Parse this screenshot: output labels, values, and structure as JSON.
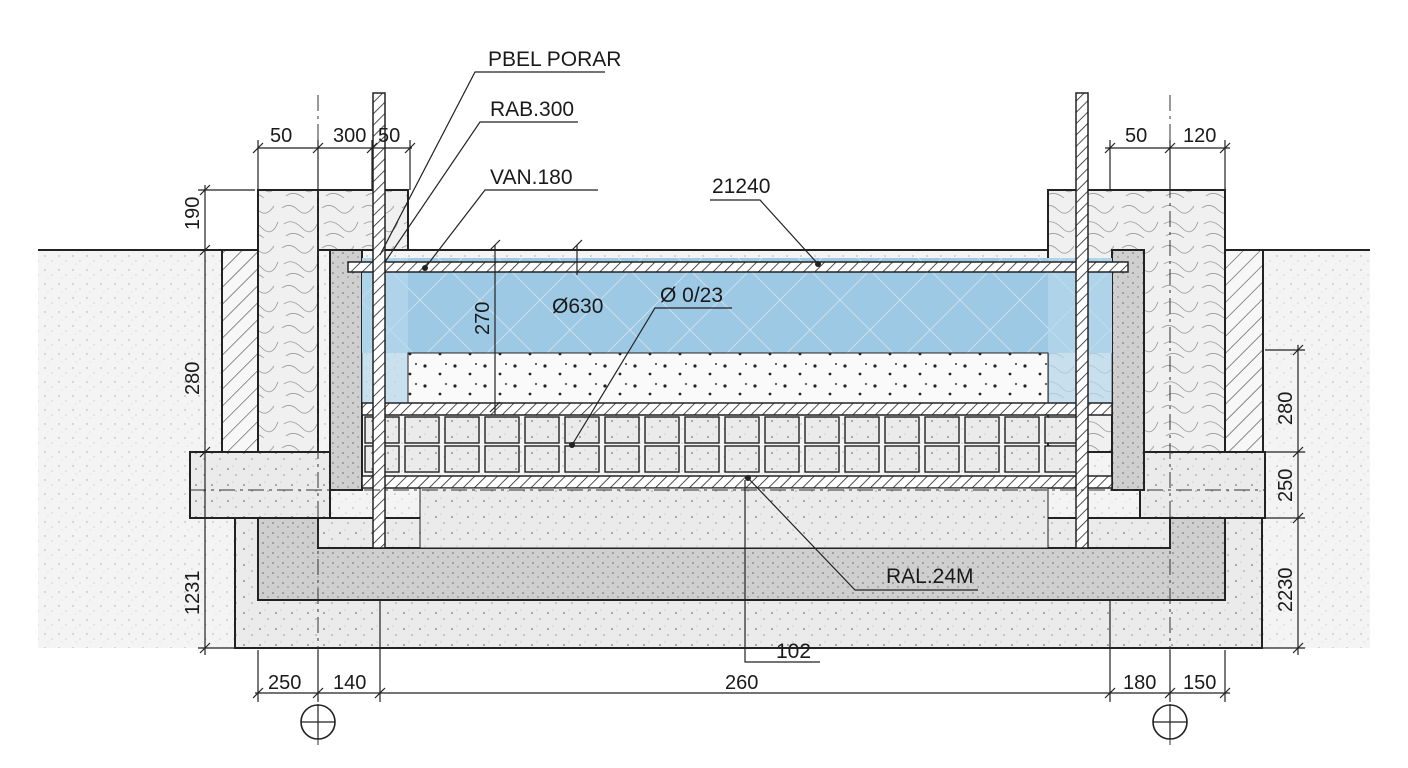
{
  "callouts": {
    "pbel_porar": "PBEL PORAR",
    "rab_300": "RAB.300",
    "van_180": "VAN.180",
    "top_bar": "21240",
    "dia_630": "Ø630",
    "dia_023": "Ø 0/23",
    "ral_24m": "RAL.24M",
    "bottom_102": "102"
  },
  "dimensions": {
    "top_left": [
      "50",
      "300",
      "50"
    ],
    "top_right": [
      "50",
      "120"
    ],
    "left_vertical": [
      "190",
      "280",
      "1231"
    ],
    "right_vertical": [
      "280",
      "250",
      "2230"
    ],
    "inner_height": "270",
    "bottom": [
      "250",
      "140",
      "260",
      "180",
      "150"
    ]
  },
  "colors": {
    "water": "#9ec9e4",
    "soil": "#f1f1f1",
    "concrete": "#d9d9d9",
    "line": "#1a1a1a"
  }
}
